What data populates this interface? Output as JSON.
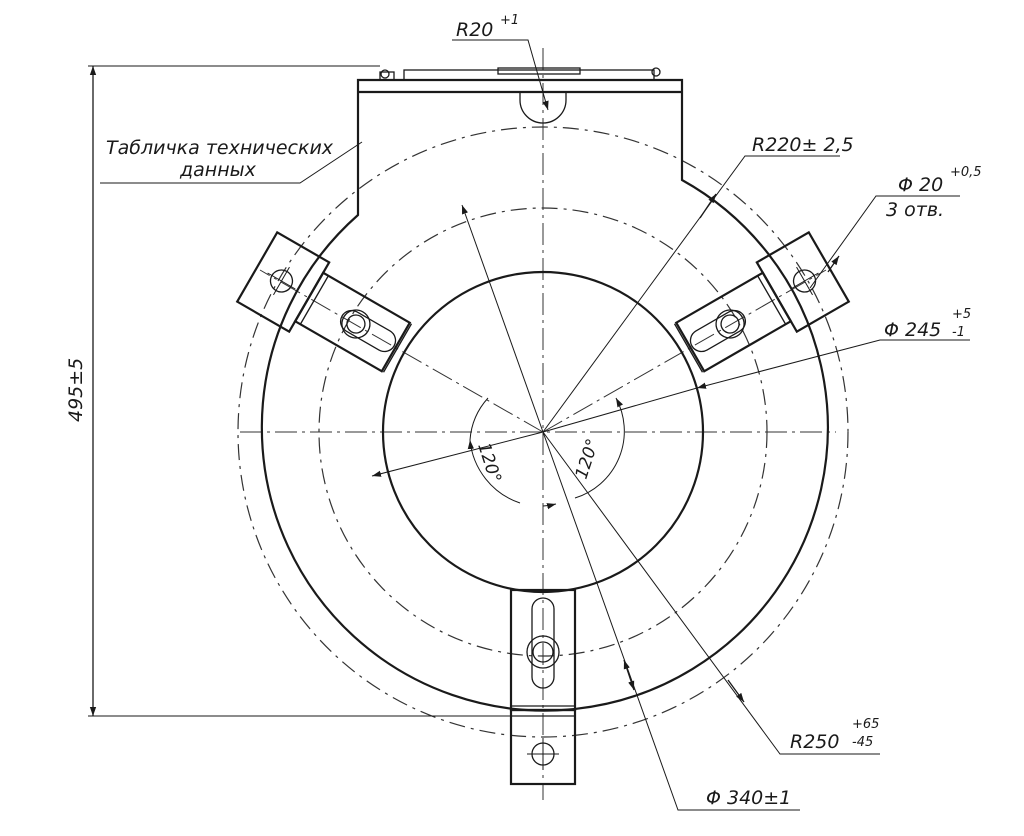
{
  "drawing": {
    "nameplate_label_line1": "Табличка технических",
    "nameplate_label_line2": "данных",
    "height_dim": "495±5",
    "slot_radius": "R20",
    "slot_radius_tol": "+1",
    "body_radius": "R220± 2,5",
    "hole_dia": "Φ 20",
    "hole_dia_tol": "+0,5",
    "hole_count": "3 отв.",
    "inner_dia": "Φ 245",
    "inner_dia_tol_upper": "+5",
    "inner_dia_tol_lower": "-1",
    "bolt_radius": "R250",
    "bolt_radius_tol_upper": "+65",
    "bolt_radius_tol_lower": "-45",
    "circle_dia": "Φ 340±1",
    "angle_left": "120°",
    "angle_right": "120°"
  }
}
